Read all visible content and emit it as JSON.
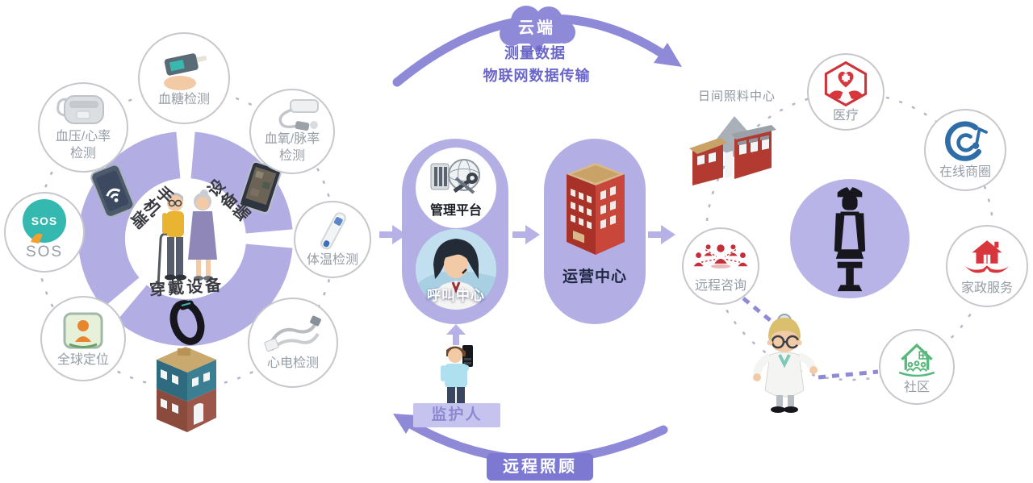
{
  "colors": {
    "purple_light": "#b3aee4",
    "purple_deep": "#8f8ad8",
    "purple_text": "#6b66c9",
    "label_gray": "#969da6",
    "red": "#cf3339",
    "blue": "#2e6da8",
    "green": "#56b87a",
    "teal": "#35b8b0"
  },
  "cloud": {
    "label": "云端",
    "line1": "测量数据",
    "line2": "物联网数据传输"
  },
  "bottom": {
    "care_label": "远程照顾",
    "guardian_label": "监护人"
  },
  "device_hub": {
    "ring": {
      "mobile": "手机端",
      "device": "设备端",
      "wearable": "穿戴设备"
    },
    "sat": {
      "glucose": {
        "label": "血糖检测"
      },
      "bp": {
        "line1": "血压/心率",
        "line2": "检测"
      },
      "spo2": {
        "line1": "血氧/脉率",
        "line2": "检测"
      },
      "sos": {
        "badge": "SOS",
        "label": "SOS"
      },
      "temp": {
        "label": "体温检测"
      },
      "gps": {
        "label": "全球定位"
      },
      "ecg": {
        "label": "心电检测"
      }
    }
  },
  "platform": {
    "management": "管理平台",
    "call_center": "呼叫中心",
    "operation": "运营中心"
  },
  "service_hub": {
    "daycare": "日间照料中心",
    "sat": {
      "medical": "医疗",
      "online": "在线商圈",
      "housekeeping": "家政服务",
      "community": "社区",
      "consult": "远程咨询"
    }
  }
}
